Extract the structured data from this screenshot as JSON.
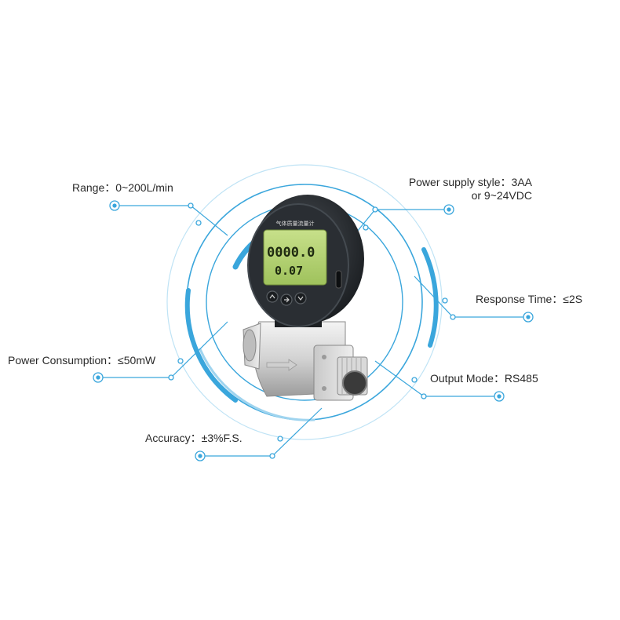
{
  "accent": "#3aa6dc",
  "accent_light": "#bfe3f5",
  "specs": {
    "range": "Range：0~200L/min",
    "power_supply_line1": "Power supply style：3AA",
    "power_supply_line2": "or 9~24VDC",
    "response_time": "Response Time：≤2S",
    "power_consumption": "Power Consumption：≤50mW",
    "output_mode": "Output Mode：RS485",
    "accuracy": "Accuracy：±3%F.S."
  },
  "device": {
    "label_text": "气体质量流量计",
    "display_top": "0000.0",
    "display_bottom": "0.07",
    "buttons": [
      "up-button",
      "menu-button",
      "down-button"
    ]
  }
}
